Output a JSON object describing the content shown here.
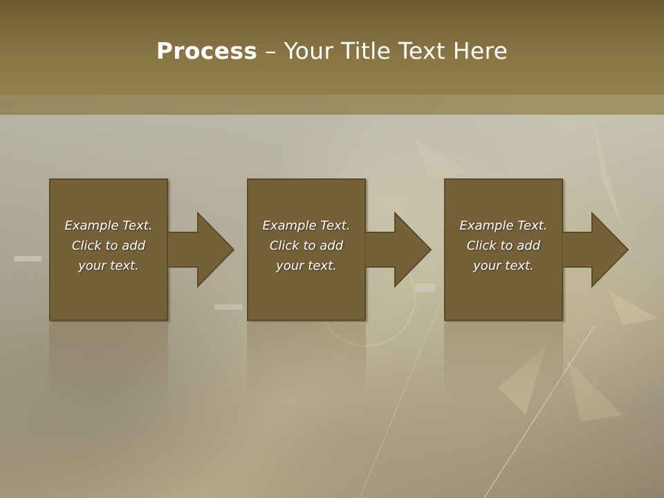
{
  "slide": {
    "title_bold": "Process",
    "title_rest": " – Your Title Text Here"
  },
  "steps": [
    {
      "text": "Example Text.\nClick  to add\nyour text."
    },
    {
      "text": "Example Text.\nClick  to add\nyour text."
    },
    {
      "text": "Example Text.\nClick  to add\nyour text."
    }
  ],
  "colors": {
    "title_band": "#8a7645",
    "box_fill": "#756139",
    "box_border": "#5a4a28",
    "text": "#ffffff"
  }
}
